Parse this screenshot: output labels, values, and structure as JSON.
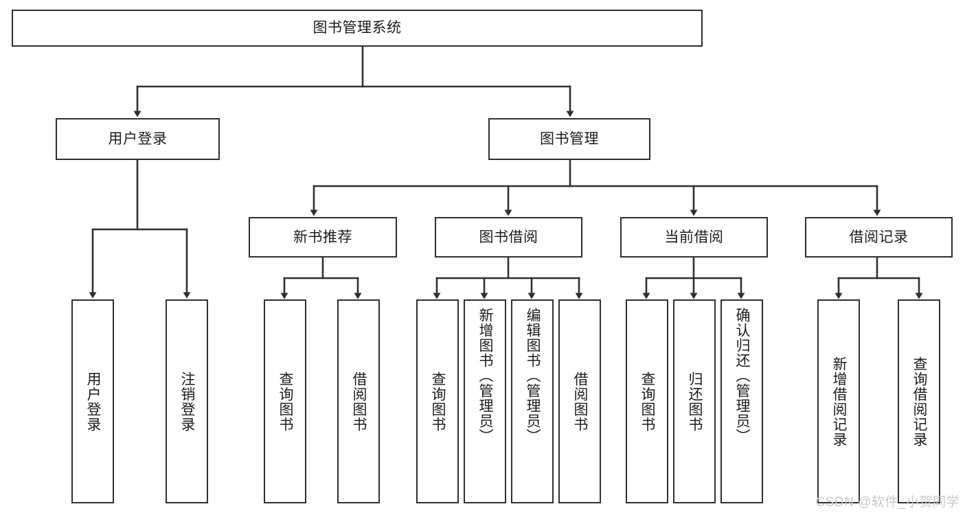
{
  "diagram": {
    "type": "tree-hierarchy-chart",
    "title": "图书管理系统",
    "background_color": "#ffffff",
    "box_border_color": "#2f2f2f",
    "connector_color": "#2f2f2f",
    "text_color": "#1c1c1c",
    "root": {
      "label": "图书管理系统",
      "orientation": "horizontal"
    },
    "level2": [
      {
        "label": "用户登录",
        "orientation": "horizontal"
      },
      {
        "label": "图书管理",
        "orientation": "horizontal"
      }
    ],
    "level3": [
      {
        "label": "新书推荐",
        "orientation": "horizontal"
      },
      {
        "label": "图书借阅",
        "orientation": "horizontal"
      },
      {
        "label": "当前借阅",
        "orientation": "horizontal"
      },
      {
        "label": "借阅记录",
        "orientation": "horizontal"
      }
    ],
    "leaves": {
      "user_login": [
        {
          "label": "用户登录",
          "orientation": "vertical"
        },
        {
          "label": "注销登录",
          "orientation": "vertical"
        }
      ],
      "new_book_recommend": [
        {
          "label": "查询图书",
          "orientation": "vertical"
        },
        {
          "label": "借阅图书",
          "orientation": "vertical"
        }
      ],
      "book_borrow": [
        {
          "label": "查询图书",
          "orientation": "vertical"
        },
        {
          "label": "新增图书（管理员）",
          "orientation": "vertical"
        },
        {
          "label": "编辑图书（管理员）",
          "orientation": "vertical"
        },
        {
          "label": "借阅图书",
          "orientation": "vertical"
        }
      ],
      "current_borrow": [
        {
          "label": "查询图书",
          "orientation": "vertical"
        },
        {
          "label": "归还图书",
          "orientation": "vertical"
        },
        {
          "label": "确认归还（管理员）",
          "orientation": "vertical"
        }
      ],
      "borrow_record": [
        {
          "label": "新增借阅记录",
          "orientation": "vertical"
        },
        {
          "label": "查询借阅记录",
          "orientation": "vertical"
        }
      ]
    }
  },
  "watermark": {
    "text": "CSDN @软件_小贺同学"
  }
}
